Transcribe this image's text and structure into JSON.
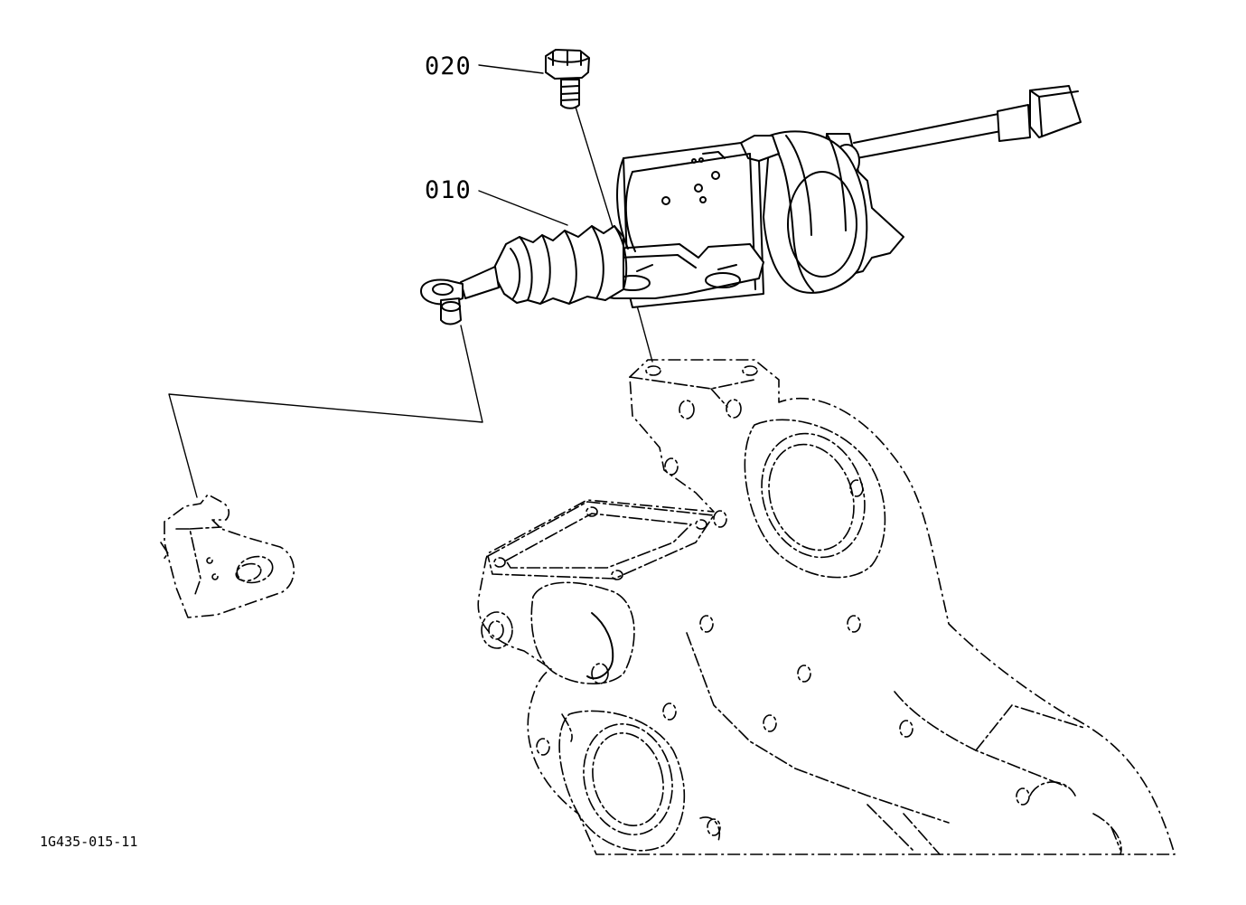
{
  "callouts": {
    "bolt": "020",
    "solenoid": "010"
  },
  "figure_code": "1G435-015-11"
}
